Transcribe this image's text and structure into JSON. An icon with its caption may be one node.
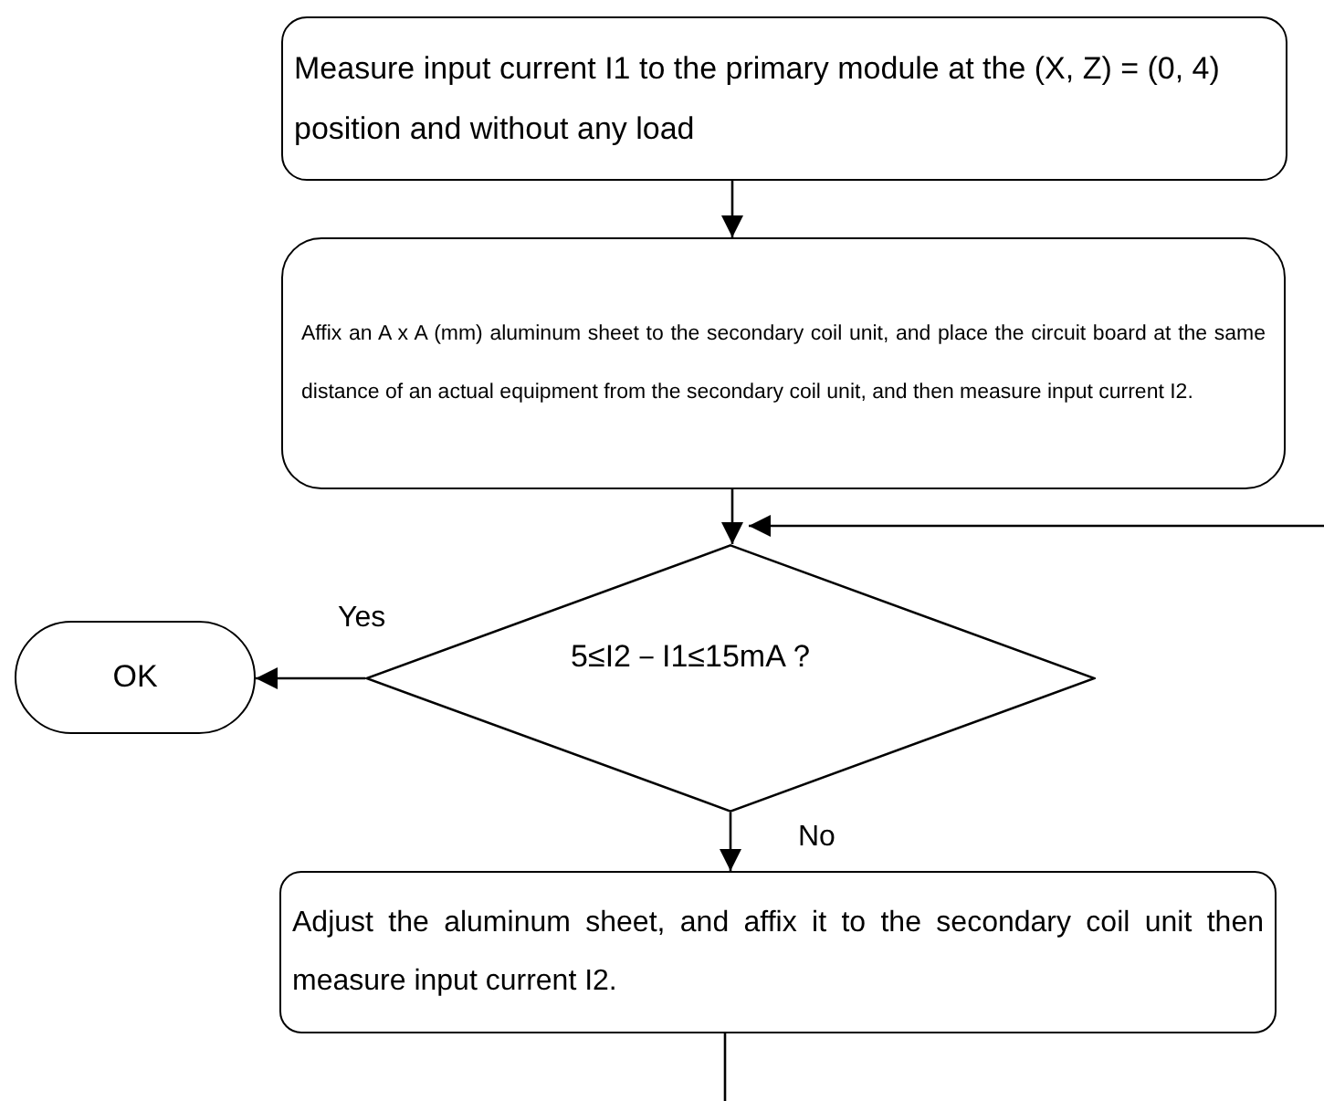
{
  "diagram": {
    "nodes": [
      {
        "text": [
          "Measure input current I1 to the primary module at the (X, Z) = (0, 4) position and without any load"
        ]
      },
      {
        "text": [
          "Affix an A x A (mm) aluminum sheet to the secondary coil unit, and place the circuit board at the same distance of an actual equipment from the secondary coil unit, and then measure input current I2."
        ]
      },
      {
        "text": [
          "5≤I2－I1≤15mA？"
        ]
      },
      {
        "text": [
          "OK"
        ]
      },
      {
        "text": [
          "Adjust the aluminum sheet, and affix it to the secondary coil unit then measure input current I2."
        ]
      }
    ],
    "edges": [
      {
        "from": 0,
        "to": 1,
        "arrow": "to"
      },
      {
        "from": 1,
        "to": 2,
        "arrow": "to"
      },
      {
        "from": 2,
        "to": 3,
        "arrow": "to",
        "label": "Yes"
      },
      {
        "from": 2,
        "to": 4,
        "arrow": "to",
        "label": "No"
      },
      {
        "from": 4,
        "to": null,
        "arrow": "none"
      },
      {
        "from": null,
        "to": 2,
        "arrow": "to"
      }
    ]
  }
}
